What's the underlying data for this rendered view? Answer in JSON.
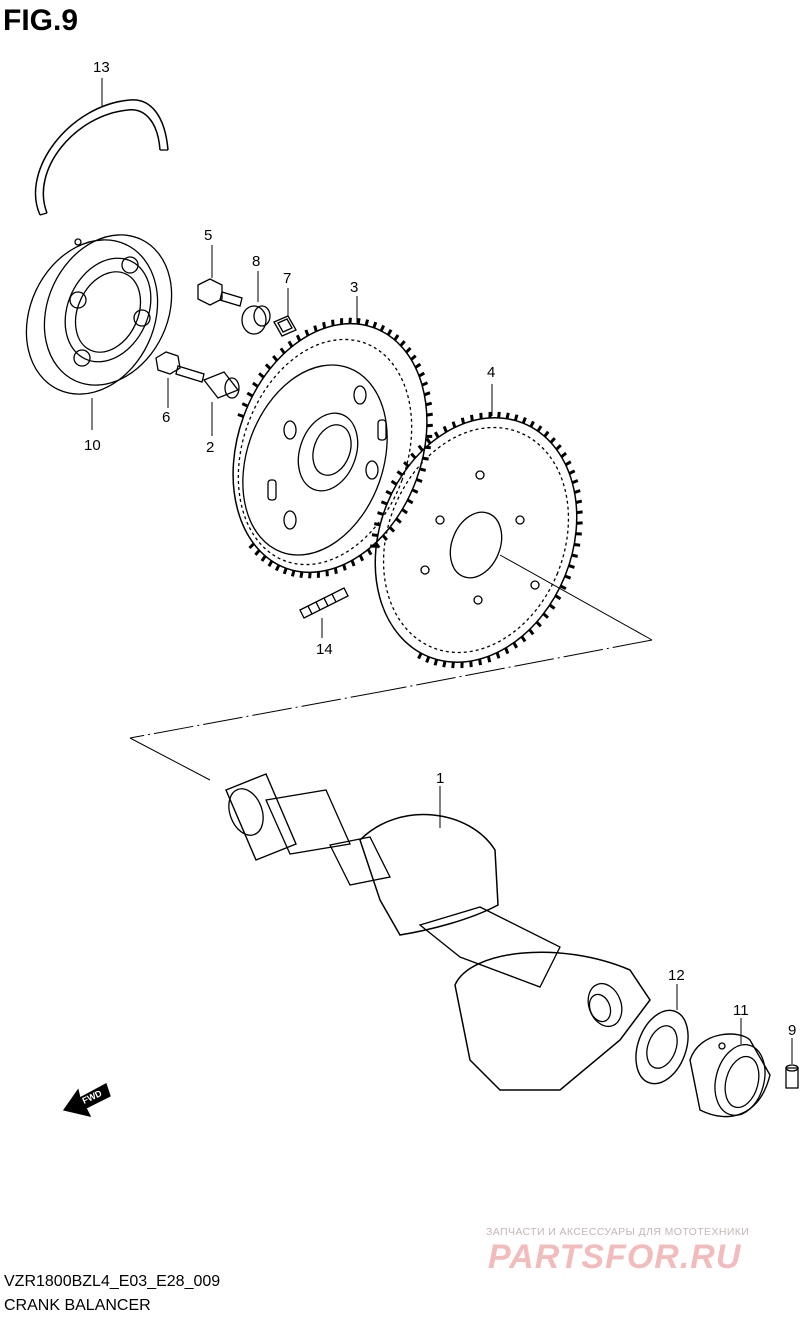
{
  "figure": {
    "title": "FIG.9",
    "model_code": "VZR1800BZL4_E03_E28_009",
    "caption": "CRANK BALANCER"
  },
  "parts": [
    {
      "ref": "1"
    },
    {
      "ref": "2"
    },
    {
      "ref": "3"
    },
    {
      "ref": "4"
    },
    {
      "ref": "5"
    },
    {
      "ref": "6"
    },
    {
      "ref": "7"
    },
    {
      "ref": "8"
    },
    {
      "ref": "9"
    },
    {
      "ref": "10"
    },
    {
      "ref": "11"
    },
    {
      "ref": "12"
    },
    {
      "ref": "13"
    },
    {
      "ref": "14"
    }
  ],
  "direction_marker": {
    "label": "FWD",
    "icon": "fwd-arrow-icon"
  },
  "watermark": {
    "tagline": "ЗАПЧАСТИ И АКСЕССУАРЫ ДЛЯ МОТОТЕХНИКИ",
    "logo_text": "PARTSFOR.RU",
    "color": "#e53935"
  }
}
